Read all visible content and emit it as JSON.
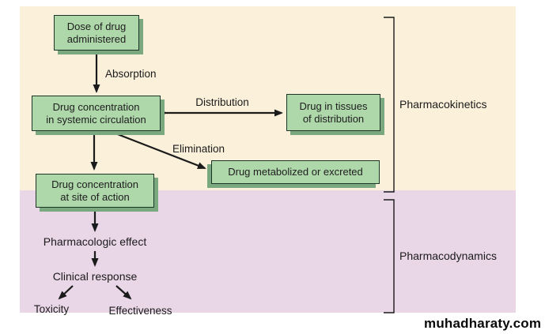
{
  "diagram": {
    "boxes": {
      "dose": "Dose of drug\nadministered",
      "systemic": "Drug concentration\nin systemic circulation",
      "tissues": "Drug in tissues\nof distribution",
      "metabolized": "Drug metabolized or excreted",
      "site": "Drug concentration\nat site of action"
    },
    "labels": {
      "absorption": "Absorption",
      "distribution": "Distribution",
      "elimination": "Elimination",
      "pharmacologic_effect": "Pharmacologic effect",
      "clinical_response": "Clinical response",
      "toxicity": "Toxicity",
      "effectiveness": "Effectiveness"
    },
    "sections": {
      "pharmacokinetics": "Pharmacokinetics",
      "pharmacodynamics": "Pharmacodynamics"
    },
    "watermark": "muhadharaty.com",
    "colors": {
      "background_top": "#fbf1db",
      "background_bottom": "#e9d6e7",
      "box_fill": "#aed7aa",
      "box_border": "#1d3526",
      "box_shadow": "#7aa97f",
      "line": "#1b1b1b"
    }
  }
}
